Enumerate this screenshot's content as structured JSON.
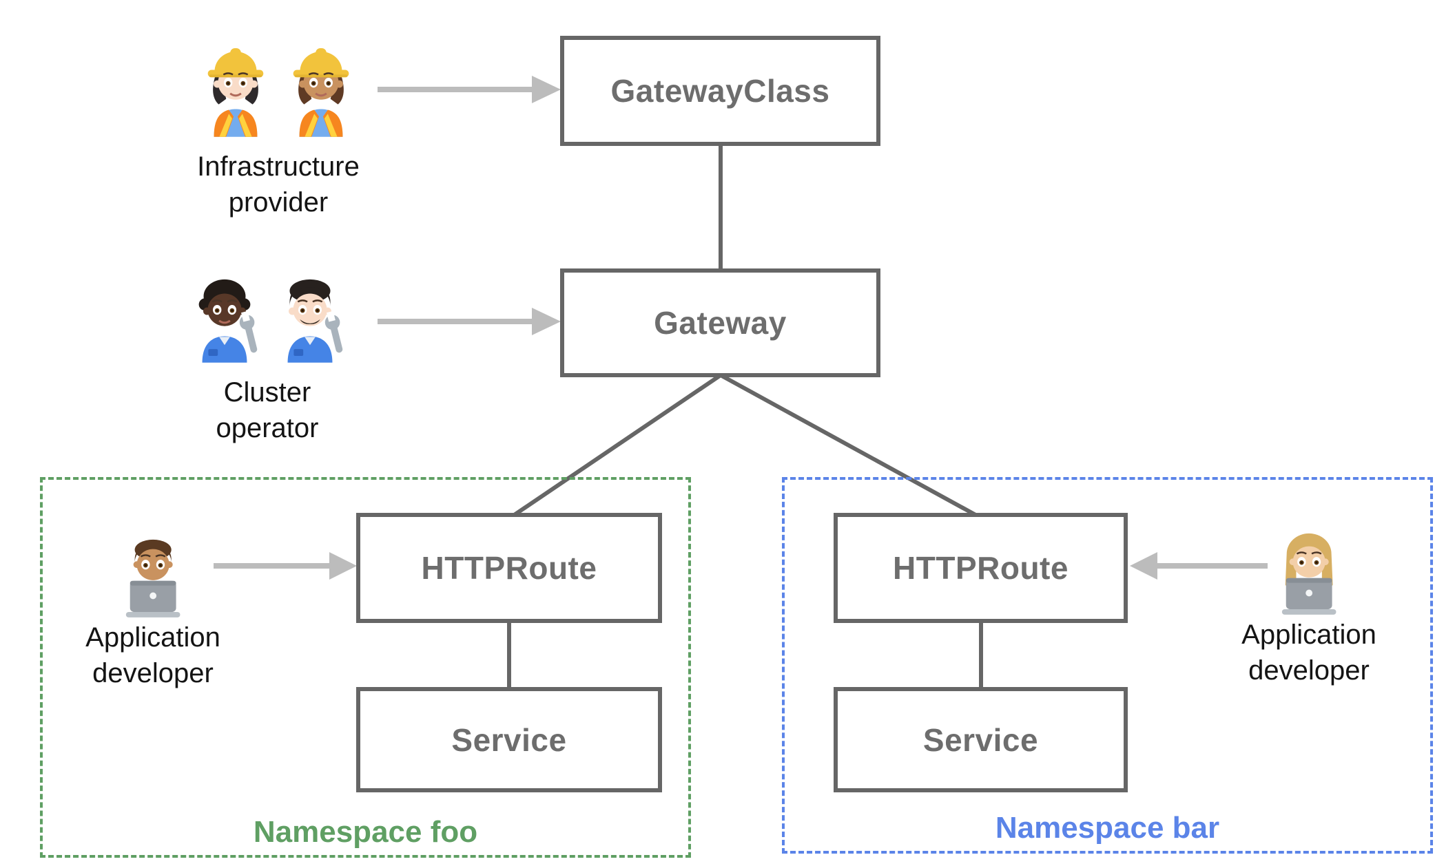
{
  "colors": {
    "box_border": "#666666",
    "box_text": "#6d6d6d",
    "connector": "#666666",
    "arrow": "#bcbcbc",
    "persona_text": "#141414",
    "namespace_foo_green": "#5f9f63",
    "namespace_bar_blue": "#5b84e8",
    "background": "#ffffff"
  },
  "nodes": {
    "gateway_class": {
      "label": "GatewayClass"
    },
    "gateway": {
      "label": "Gateway"
    },
    "httproute_foo": {
      "label": "HTTPRoute"
    },
    "service_foo": {
      "label": "Service"
    },
    "httproute_bar": {
      "label": "HTTPRoute"
    },
    "service_bar": {
      "label": "Service"
    }
  },
  "namespaces": {
    "foo": {
      "label": "Namespace foo"
    },
    "bar": {
      "label": "Namespace bar"
    }
  },
  "personas": [
    {
      "id": "infrastructure-provider",
      "label": "Infrastructure provider",
      "label_lines": [
        "Infrastructure",
        "provider"
      ],
      "avatars": [
        {
          "name": "woman-construction-worker-light-icon",
          "emoji": "👷🏻‍♀️",
          "kind": "construction",
          "skin": "#f9dcc8",
          "hair": "#2e2a2c"
        },
        {
          "name": "woman-construction-worker-medium-icon",
          "emoji": "👷🏽‍♀️",
          "kind": "construction",
          "skin": "#c9925f",
          "hair": "#5f3a24"
        }
      ]
    },
    {
      "id": "cluster-operator",
      "label": "Cluster operator",
      "label_lines": [
        "Cluster",
        "operator"
      ],
      "avatars": [
        {
          "name": "mechanic-dark-skin-icon",
          "emoji": "🧑🏿‍🔧",
          "kind": "mechanic",
          "skin": "#583828",
          "hair": "#221b17",
          "curly": true,
          "mustache": false
        },
        {
          "name": "man-mechanic-light-icon",
          "emoji": "👨🏻‍🔧",
          "kind": "mechanic",
          "skin": "#f9dcc8",
          "hair": "#27211e",
          "curly": false,
          "mustache": true
        }
      ]
    },
    {
      "id": "application-developer-foo",
      "label": "Application developer",
      "label_lines": [
        "Application",
        "developer"
      ],
      "avatars": [
        {
          "name": "man-technologist-icon",
          "emoji": "👨🏽‍💻",
          "kind": "developer",
          "skin": "#c9925f",
          "hair": "#5a3a22",
          "female": false
        }
      ]
    },
    {
      "id": "application-developer-bar",
      "label": "Application developer",
      "label_lines": [
        "Application",
        "developer"
      ],
      "avatars": [
        {
          "name": "woman-technologist-icon",
          "emoji": "👩🏼‍💻",
          "kind": "developer",
          "skin": "#f3cfa9",
          "hair": "#d7af62",
          "female": true
        }
      ]
    }
  ]
}
